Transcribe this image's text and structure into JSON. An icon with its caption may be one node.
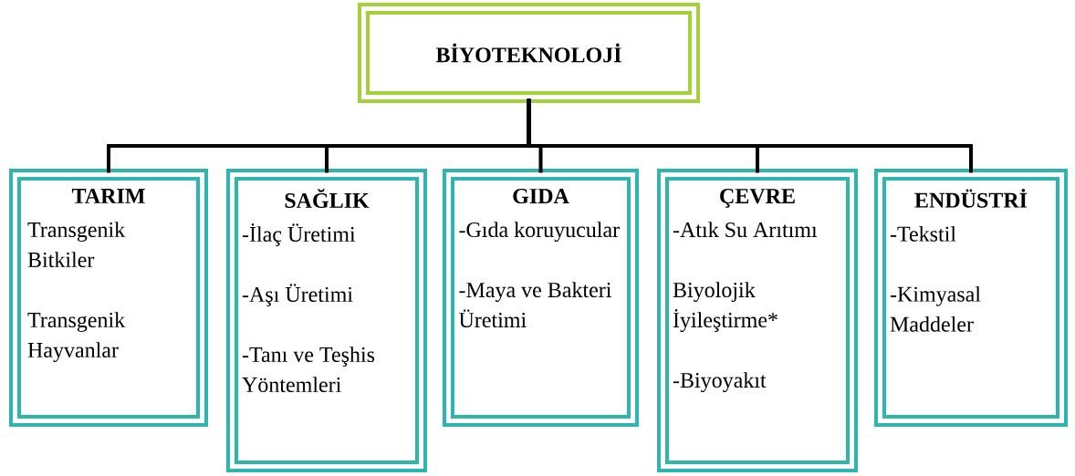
{
  "diagram": {
    "nodes": [
      {
        "text": [
          "BİYOTEKNOLOJİ"
        ]
      },
      {
        "text": [
          "TARIM",
          "Transgenik Bitkiler",
          "Transgenik Hayvanlar"
        ]
      },
      {
        "text": [
          "SAĞLIK",
          "-İlaç Üretimi",
          "-Aşı Üretimi",
          "-Tanı ve Teşhis Yöntemleri"
        ]
      },
      {
        "text": [
          "GIDA",
          "-Gıda koruyucular",
          "-Maya ve Bakteri Üretimi"
        ]
      },
      {
        "text": [
          "ÇEVRE",
          "-Atık Su Arıtımı",
          "Biyolojik İyileştirme*",
          "-Biyoyakıt"
        ]
      },
      {
        "text": [
          "ENDÜSTRİ",
          "-Tekstil",
          "-Kimyasal Maddeler"
        ]
      }
    ],
    "edges": [
      {
        "from": 0,
        "to": 1,
        "arrow": "none"
      },
      {
        "from": 0,
        "to": 2,
        "arrow": "none"
      },
      {
        "from": 0,
        "to": 3,
        "arrow": "none"
      },
      {
        "from": 0,
        "to": 4,
        "arrow": "none"
      },
      {
        "from": 0,
        "to": 5,
        "arrow": "none"
      }
    ]
  }
}
